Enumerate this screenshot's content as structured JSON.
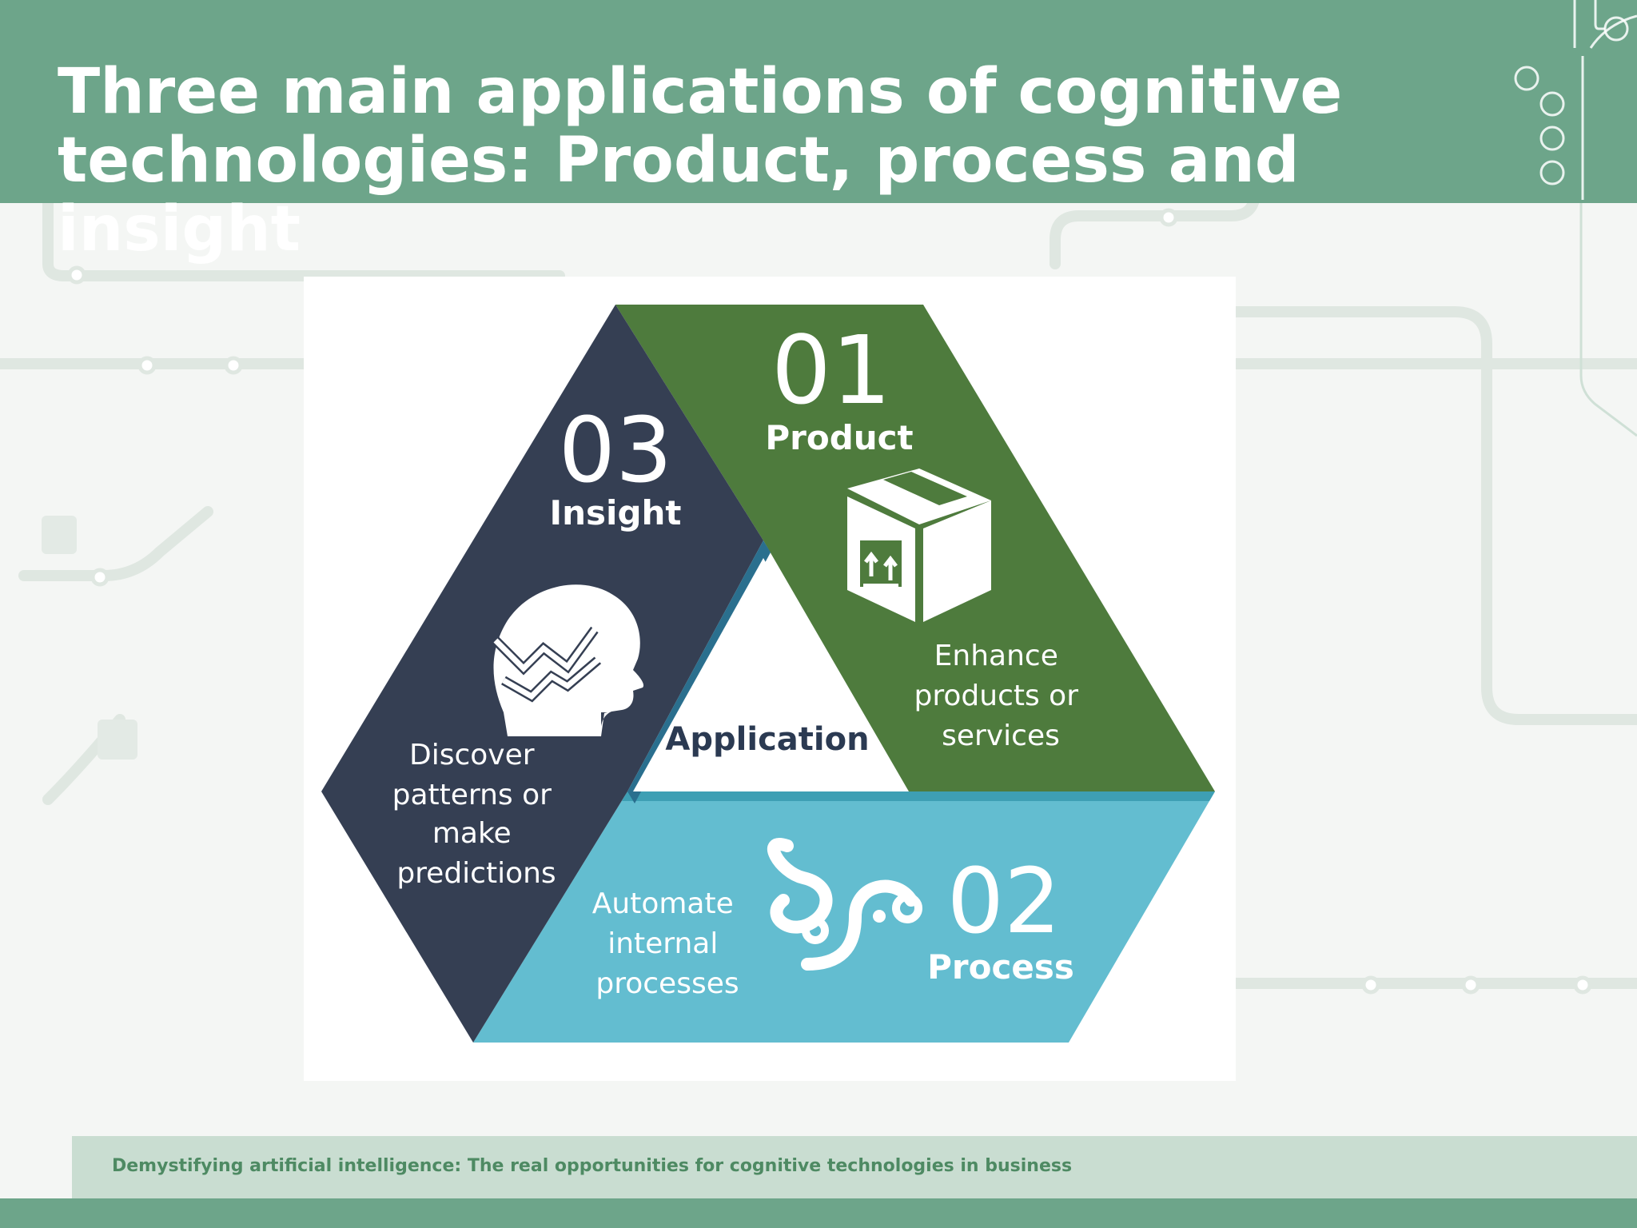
{
  "slide": {
    "title_line1": "Three main applications of cognitive",
    "title_line2": "technologies: Product, process and insight",
    "footer": "Demystifying artificial intelligence: The real opportunities for cognitive technologies in business"
  },
  "diagram": {
    "center_label": "Application",
    "segments": [
      {
        "number": "01",
        "name": "Product",
        "description": [
          "Enhance",
          "products or",
          "services"
        ],
        "icon": "package-box-icon",
        "color": "#4e7b3d"
      },
      {
        "number": "02",
        "name": "Process",
        "description": [
          "Automate",
          "internal",
          "processes"
        ],
        "icon": "process-flow-icon",
        "color": "#63bdd0"
      },
      {
        "number": "03",
        "name": "Insight",
        "description": [
          "Discover",
          "patterns or",
          "make",
          "predictions"
        ],
        "icon": "head-trend-icon",
        "color": "#353f53"
      }
    ]
  },
  "colors": {
    "header": "#6da58a",
    "footer_band": "#c9ddd1",
    "footer_text": "#4e8a63",
    "center_label": "#2b3a52"
  }
}
